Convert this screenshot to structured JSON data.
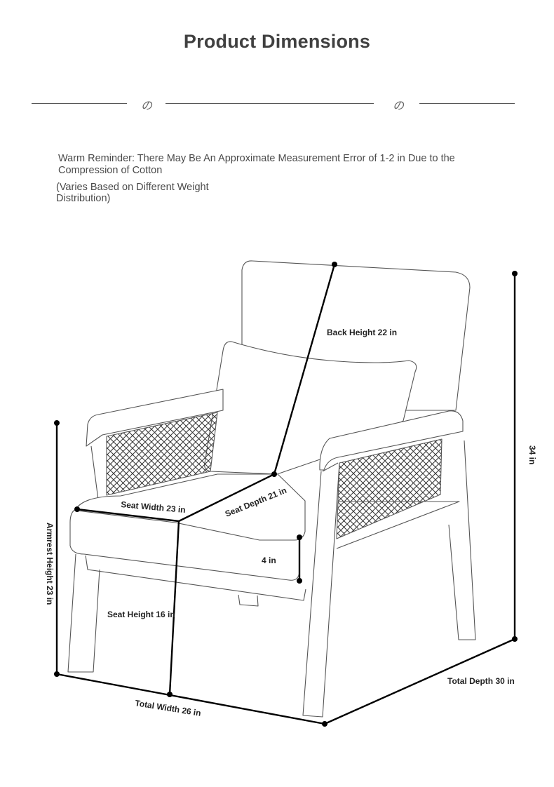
{
  "header": {
    "title": "Product Dimensions",
    "divider_glyph": "の"
  },
  "notes": {
    "reminder": "Warm Reminder: There May Be An Approximate Measurement Error of 1-2 in Due to the Compression of Cotton",
    "varies": "(Varies Based on Different Weight Distribution)"
  },
  "dimensions": {
    "back_height": "Back Height 22 in",
    "total_height": "34 in",
    "seat_width": "Seat Width 23 in",
    "seat_depth": "Seat Depth 21 in",
    "cushion_thickness": "4 in",
    "armrest_height": "Armrest Height 23 in",
    "seat_height": "Seat Height 16 in",
    "total_width": "Total Width 26 in",
    "total_depth": "Total Depth 30 in"
  }
}
